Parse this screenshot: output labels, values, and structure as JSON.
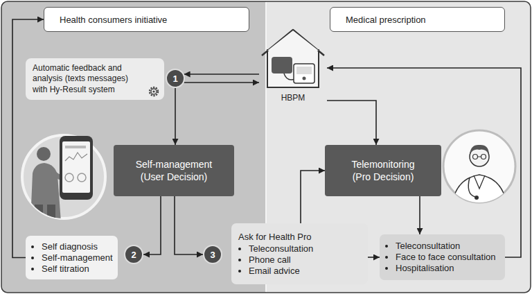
{
  "diagram": {
    "nodes": [
      {
        "text": [
          "Health consumers initiative"
        ]
      },
      {
        "text": [
          "Medical prescription"
        ]
      },
      {
        "text": [
          "Automatic feedback and analysis (texts messages) with Hy-Result system"
        ]
      },
      {
        "text": [
          "1"
        ]
      },
      {
        "text": [
          "HBPM"
        ]
      },
      {
        "text": [
          "Self-management (User Decision)"
        ]
      },
      {
        "text": [
          "Telemonitoring (Pro Decision)"
        ]
      },
      {
        "text": [
          "Self diagnosis",
          "Self-management",
          "Self titration"
        ]
      },
      {
        "text": [
          "2"
        ]
      },
      {
        "text": [
          "3"
        ]
      },
      {
        "text": [
          "Ask for Health Pro",
          "Teleconsultation",
          "Phone call",
          "Email advice"
        ]
      },
      {
        "text": [
          "Teleconsultation",
          "Face to face consultation",
          "Hospitalisation"
        ]
      }
    ],
    "edges": [
      {
        "from": 4,
        "to": 3,
        "arrow": "to"
      },
      {
        "from": 3,
        "to": 4,
        "arrow": "to"
      },
      {
        "from": 3,
        "to": 5,
        "arrow": "to"
      },
      {
        "from": 4,
        "to": 6,
        "arrow": "to"
      },
      {
        "from": 5,
        "to": 8,
        "arrow": "to"
      },
      {
        "from": 5,
        "to": 9,
        "arrow": "to"
      },
      {
        "from": 7,
        "to": 0,
        "arrow": "to"
      },
      {
        "from": 10,
        "to": 6,
        "arrow": "to"
      },
      {
        "from": 10,
        "to": 11,
        "arrow": "to"
      },
      {
        "from": 6,
        "to": 11,
        "arrow": "to"
      },
      {
        "from": 11,
        "to": 4,
        "arrow": "to"
      }
    ]
  }
}
